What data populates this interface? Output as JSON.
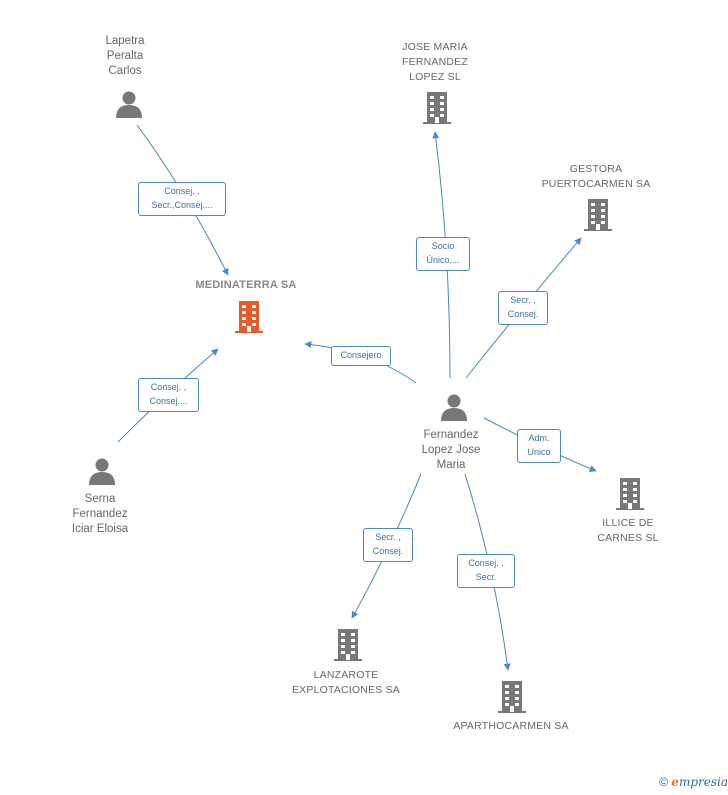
{
  "colors": {
    "edge": "#4a86c8",
    "person": "#777777",
    "company": "#777777",
    "main_company": "#e85a2a"
  },
  "nodes": {
    "medinaterra": {
      "label": "MEDINATERRA SA",
      "icon": "building-icon"
    },
    "lapetra": {
      "label": "Lapetra\nPeralta\nCarlos",
      "icon": "person-icon"
    },
    "serna": {
      "label": "Serna\nFernandez\nIciar Eloisa",
      "icon": "person-icon"
    },
    "fernandez": {
      "label": "Fernandez\nLopez Jose\nMaria",
      "icon": "person-icon"
    },
    "jose_maria_sl": {
      "label": "JOSE MARIA\nFERNANDEZ\nLOPEZ  SL",
      "icon": "building-icon"
    },
    "gestora": {
      "label": "GESTORA\nPUERTOCARMEN SA",
      "icon": "building-icon"
    },
    "illice": {
      "label": "ILLICE DE\nCARNES  SL",
      "icon": "building-icon"
    },
    "lanzarote": {
      "label": "LANZAROTE\nEXPLOTACIONES SA",
      "icon": "building-icon"
    },
    "apartho": {
      "label": "APARTHOCARMEN SA",
      "icon": "building-icon"
    }
  },
  "edges": {
    "lapetra_medinaterra": "Consej. ,\nSecr.,Consej....",
    "serna_medinaterra": "Consej. ,\nConsej....",
    "fernandez_medinaterra": "Consejero",
    "fernandez_jose_maria_sl": "Socio\nÚnico,...",
    "fernandez_gestora": "Secr. ,\nConsej.",
    "fernandez_illice": "Adm.\nUnico",
    "fernandez_lanzarote": "Secr. ,\nConsej.",
    "fernandez_apartho": "Consej. ,\nSecr."
  },
  "footer": {
    "copyright": "©",
    "brand_initial": "e",
    "brand_rest": "mpresia"
  }
}
